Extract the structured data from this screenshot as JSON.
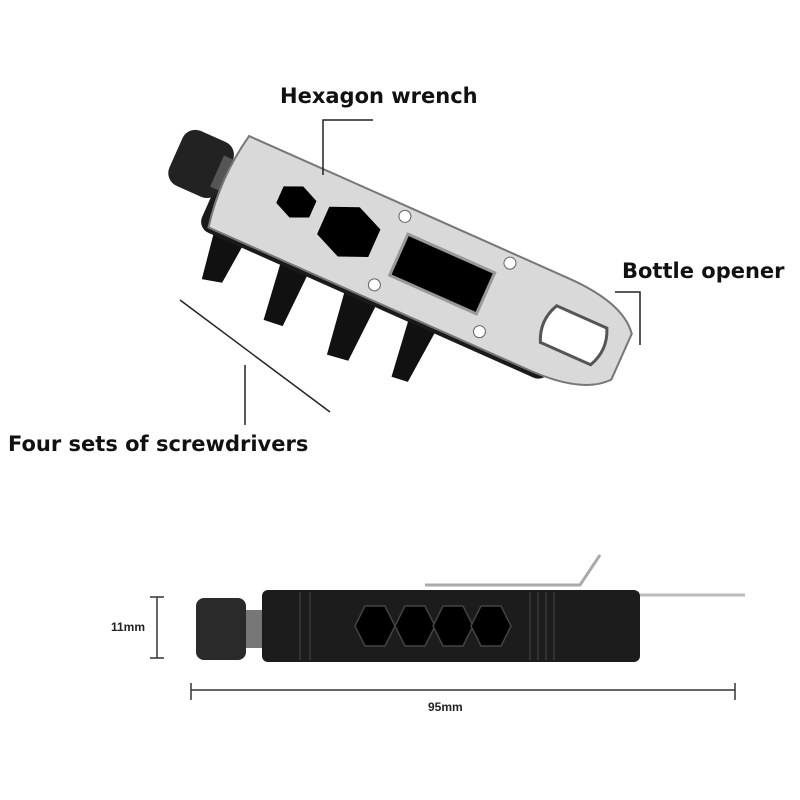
{
  "labels": {
    "hexagon_wrench": "Hexagon wrench",
    "bottle_opener": "Bottle opener",
    "screwdrivers": "Four sets of screwdrivers"
  },
  "dimensions": {
    "height": "11mm",
    "length": "95mm"
  }
}
